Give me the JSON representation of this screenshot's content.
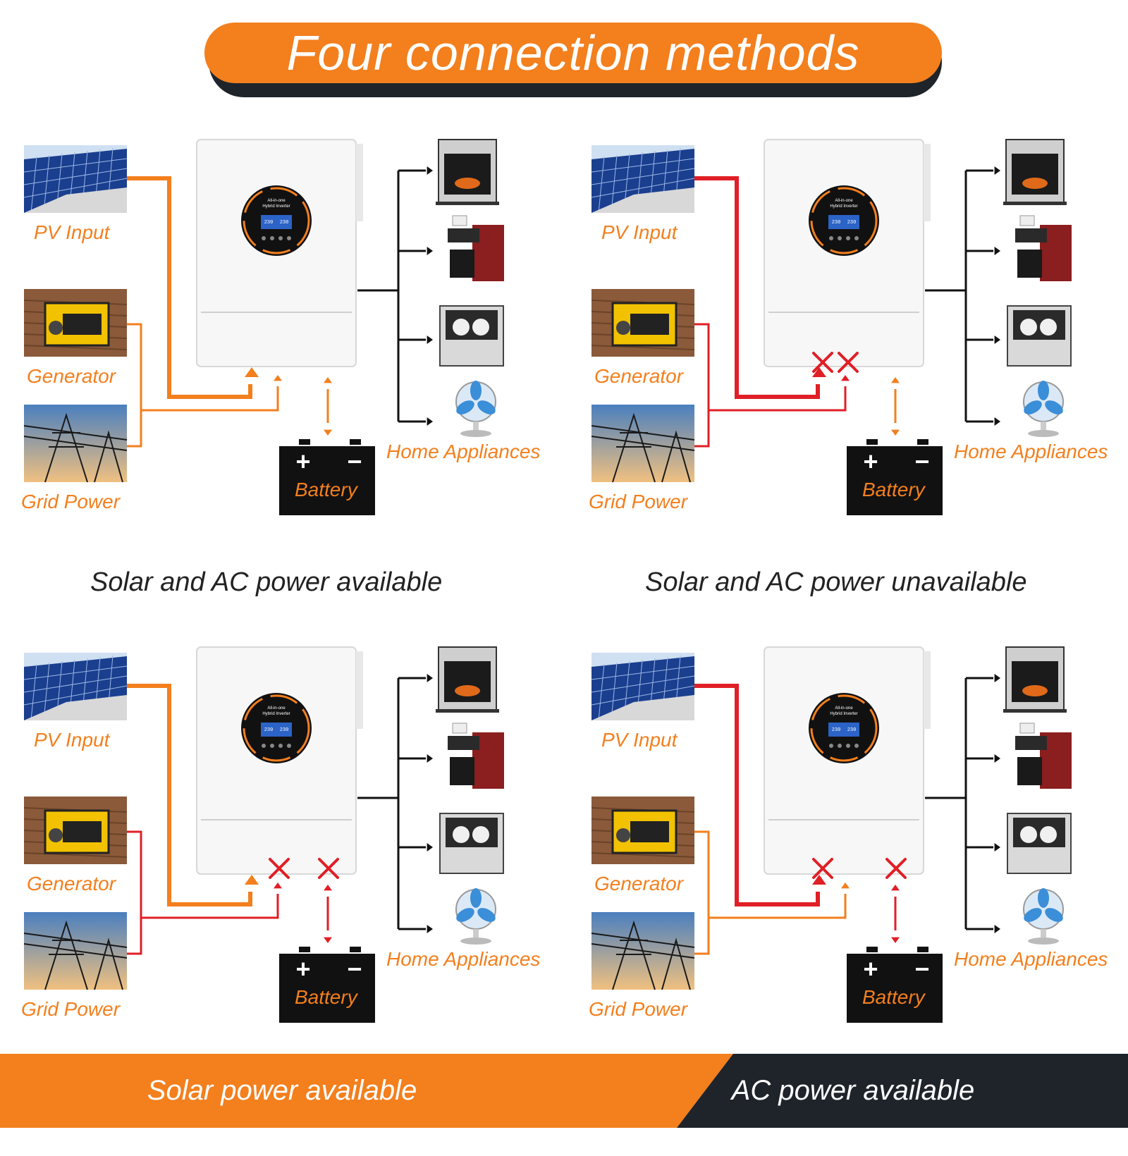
{
  "header": {
    "title": "Four connection methods"
  },
  "labels": {
    "pv": "PV Input",
    "generator": "Generator",
    "grid": "Grid Power",
    "battery": "Battery",
    "home": "Home Appliances",
    "battery_plus": "+",
    "battery_minus": "−"
  },
  "inverter": {
    "line1": "All-in-one",
    "line2": "Hybrid Inverter",
    "lcd_left": "230",
    "lcd_right": "230"
  },
  "captions": {
    "top_left": "Solar and AC power available",
    "top_right": "Solar and AC power unavailable",
    "bottom_left": "Solar power available",
    "bottom_right": "AC power available"
  },
  "colors": {
    "orange": "#f37f1d",
    "red": "#e01f26",
    "dark": "#1f242b",
    "black": "#111111"
  },
  "panels": [
    {
      "pv": "orange",
      "ac": "orange",
      "battery": "orange",
      "crosses": []
    },
    {
      "pv": "red",
      "ac": "red",
      "battery": "orange",
      "crosses": [
        "pv",
        "ac"
      ]
    },
    {
      "pv": "orange",
      "ac": "red",
      "battery": "red",
      "crosses": [
        "ac",
        "battery"
      ]
    },
    {
      "pv": "red",
      "ac": "orange",
      "battery": "red",
      "crosses": [
        "pv",
        "battery"
      ]
    }
  ]
}
